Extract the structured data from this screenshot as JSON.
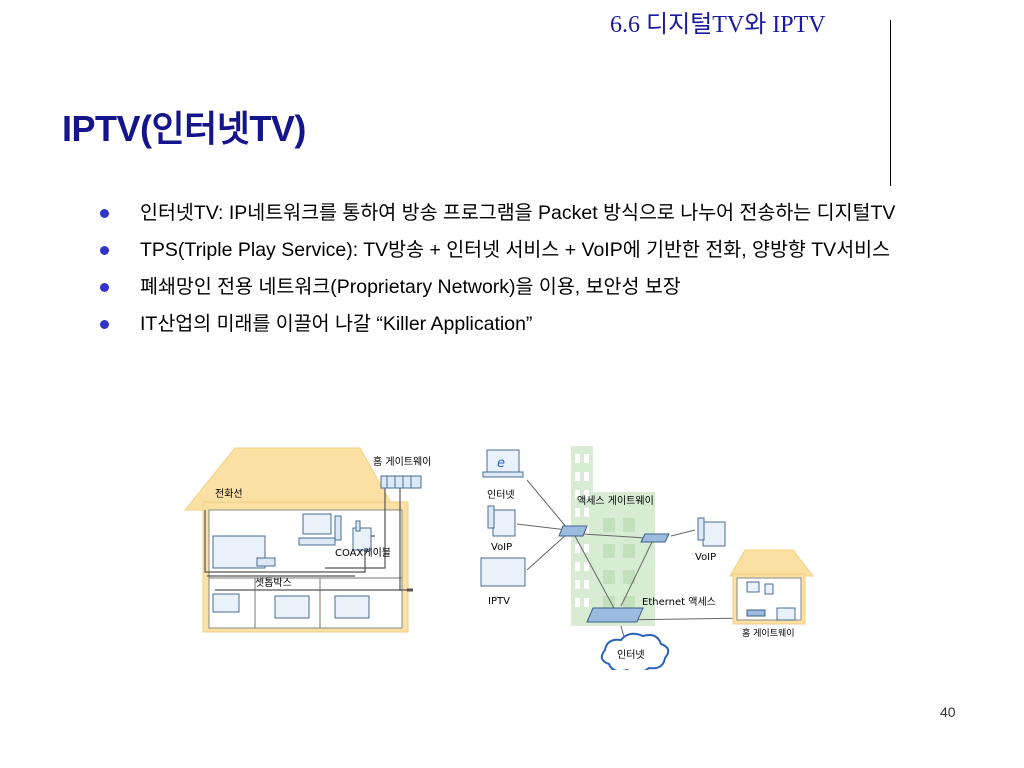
{
  "header": {
    "section": "6.6 디지털TV와 IPTV",
    "title": "IPTV(인터넷TV)"
  },
  "bullets": [
    {
      "text": "인터넷TV: IP네트워크를 통하여 방송 프로그램을 Packet 방식으로 나누어 전송하는 디지털TV"
    },
    {
      "text": "TPS(Triple Play Service): TV방송 + 인터넷 서비스 + VoIP에 기반한 전화, 양방향 TV서비스"
    },
    {
      "text": "폐쇄망인 전용 네트워크(Proprietary Network)을 이용, 보안성 보장"
    },
    {
      "text": "IT산업의 미래를 이끌어 나갈 “Killer Application”"
    }
  ],
  "diagram": {
    "home_gateway": "홈 게이트웨이",
    "phone_line": "전화선",
    "coax_cable": "COAX케이블",
    "settop_box": "셋톱박스",
    "internet_device": "인터넷",
    "voip_left": "VoIP",
    "iptv": "IPTV",
    "access_gateway": "액세스 게이트웨이",
    "voip_right": "VoIP",
    "ethernet_access": "Ethernet 액세스",
    "home_gateway_right": "홈 게이트웨이",
    "internet_cloud": "인터넷"
  },
  "colors": {
    "title": "#14148c",
    "header": "#1a1aa0",
    "bullet": "#3333cc",
    "house": "#fbe0a3",
    "building": "#d8ecd4"
  },
  "footer": {
    "page": "40"
  }
}
